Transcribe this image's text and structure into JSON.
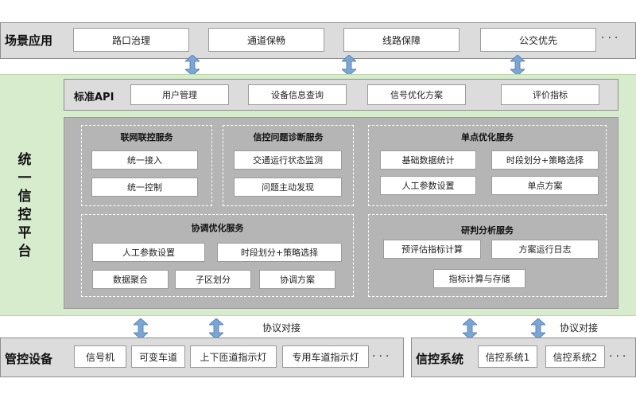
{
  "scene": {
    "title": "场景应用",
    "items": [
      "路口治理",
      "通道保畅",
      "线路保障",
      "公交优先"
    ],
    "more": "···"
  },
  "platform": {
    "title": "统一信控平台",
    "api": {
      "title": "标准API",
      "items": [
        "用户管理",
        "设备信息查询",
        "信号优化方案",
        "评价指标"
      ]
    },
    "groups": {
      "networked": {
        "title": "联网联控服务",
        "items": [
          "统一接入",
          "统一控制"
        ]
      },
      "diagnosis": {
        "title": "信控问题诊断服务",
        "items": [
          "交通运行状态监测",
          "问题主动发现"
        ]
      },
      "single": {
        "title": "单点优化服务",
        "items": [
          "基础数据统计",
          "时段划分+策略选择",
          "人工参数设置",
          "单点方案"
        ]
      },
      "coord": {
        "title": "协调优化服务",
        "items": [
          "人工参数设置",
          "时段划分+策略选择",
          "数据聚合",
          "子区划分",
          "协调方案"
        ]
      },
      "analysis": {
        "title": "研判分析服务",
        "items": [
          "预评估指标计算",
          "方案运行日志",
          "指标计算与存储"
        ]
      }
    }
  },
  "protocol": {
    "left": "协议对接",
    "right": "协议对接"
  },
  "devices": {
    "title": "管控设备",
    "items": [
      "信号机",
      "可变车道",
      "上下匝道指示灯",
      "专用车道指示灯"
    ],
    "more": "···"
  },
  "signal_systems": {
    "title": "信控系统",
    "items": [
      "信控系统1",
      "信控系统2"
    ],
    "more": "···"
  },
  "colors": {
    "platform_bg": "#d7ebcd",
    "inner_bg": "#b5b5b5",
    "bar_bg": "#dcdcdc",
    "arrow": "#7ba6d4"
  }
}
